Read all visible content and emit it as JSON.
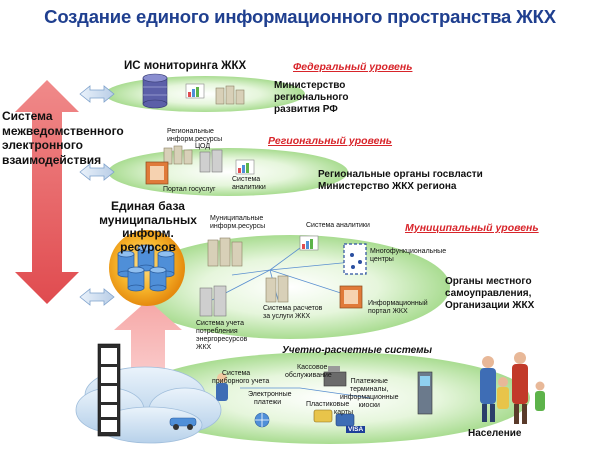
{
  "title": "Создание единого информационного пространства ЖКХ",
  "left_system": {
    "line1": "Система",
    "line2": "межведомственного",
    "line3": "электронного",
    "line4": "взаимодействия"
  },
  "federal": {
    "header": "ИС мониторинга ЖКХ",
    "level": "Федеральный уровень",
    "desc1": "Министерство",
    "desc2": "регионального",
    "desc3": "развития РФ"
  },
  "regional": {
    "level": "Региональный уровень",
    "resources1": "Региональные",
    "resources2": "информ.ресурсы",
    "tsod": "ЦОД",
    "portal": "Портал госуслуг",
    "analytics1": "Система",
    "analytics2": "аналитики",
    "desc1": "Региональные органы госвласти",
    "desc2": "Министерство ЖКХ региона"
  },
  "municipal": {
    "base1": "Единая база",
    "base2": "муниципальных",
    "base3": "информ. ресурсов",
    "level": "Муниципальный уровень",
    "resources1": "Муниципальные",
    "resources2": "информ.ресурсы",
    "analytics": "Система аналитики",
    "mfc1": "Многофункциональные",
    "mfc2": "центры",
    "metering1": "Система учета",
    "metering2": "потребления",
    "metering3": "энергоресурсов",
    "metering4": "ЖКХ",
    "billing1": "Система расчетов",
    "billing2": "за услуги ЖКХ",
    "portal1": "Информационный",
    "portal2": "портал ЖКХ",
    "desc1": "Органы местного",
    "desc2": "самоуправления,",
    "desc3": "Организации ЖКХ"
  },
  "billing_systems": {
    "header": "Учетно-расчетные системы",
    "meter1": "Система",
    "meter2": "приборного учета",
    "cash1": "Кассовое",
    "cash2": "обслуживание",
    "epay1": "Электронные",
    "epay2": "платежи",
    "cards1": "Пластиковые",
    "cards2": "карты",
    "kiosk1": "Платежные",
    "kiosk2": "терминалы,",
    "kiosk3": "информационные",
    "kiosk4": "киоски",
    "visa": "VISA",
    "population": "Население"
  },
  "colors": {
    "title": "#1f3f8f",
    "level_label": "#d8242a",
    "arrow_red": "#e8595c",
    "arrow_pink": "#f4b3b2",
    "ellipse": "#d6f0c8",
    "base_circle": "#f2a21a"
  },
  "icons": [
    "database-icon",
    "server-icon",
    "chart-icon",
    "printer-icon",
    "person-icon",
    "kiosk-icon",
    "card-icon",
    "globe-icon",
    "car-icon",
    "meter-icon",
    "family-icon"
  ]
}
